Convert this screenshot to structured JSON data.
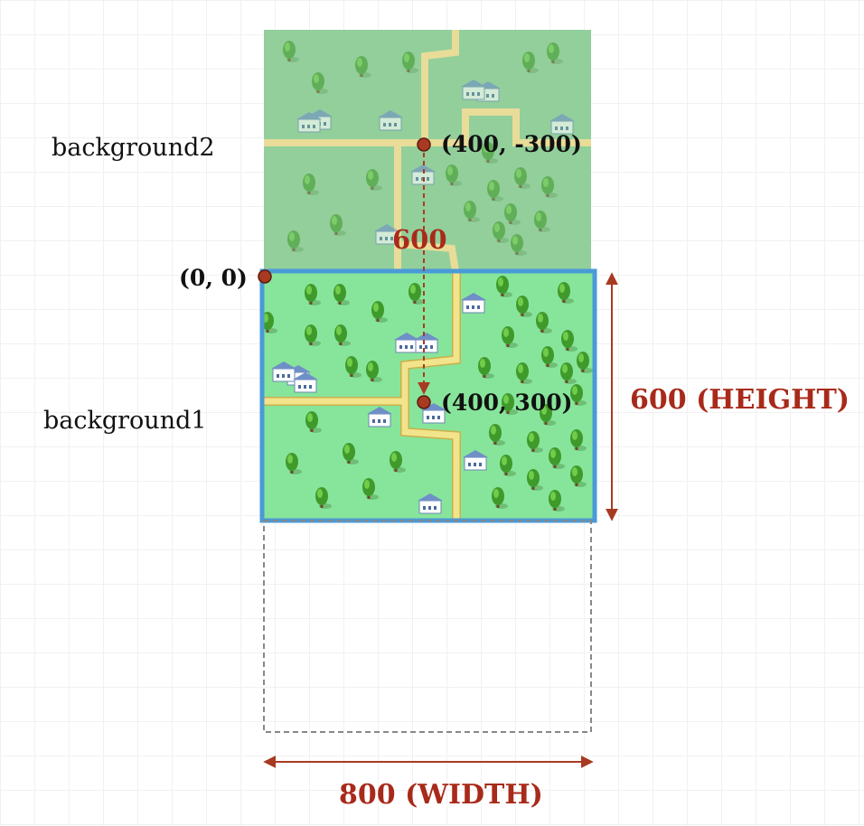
{
  "labels": {
    "background2": "background2",
    "background1": "background1",
    "origin": "(0, 0)",
    "point_top": "(400, -300)",
    "point_center": "(400, 300)",
    "offset": "600",
    "height": "600 (HEIGHT)",
    "width": "800 (WIDTH)"
  },
  "colors": {
    "grass_light": "#86e49a",
    "grass_faded": "#91cf9a",
    "road": "#efe388",
    "road_edge": "#c9b04a",
    "frame_blue": "#4a9ad8",
    "marker": "#a83a22",
    "annotation_red": "#a82a1a"
  }
}
